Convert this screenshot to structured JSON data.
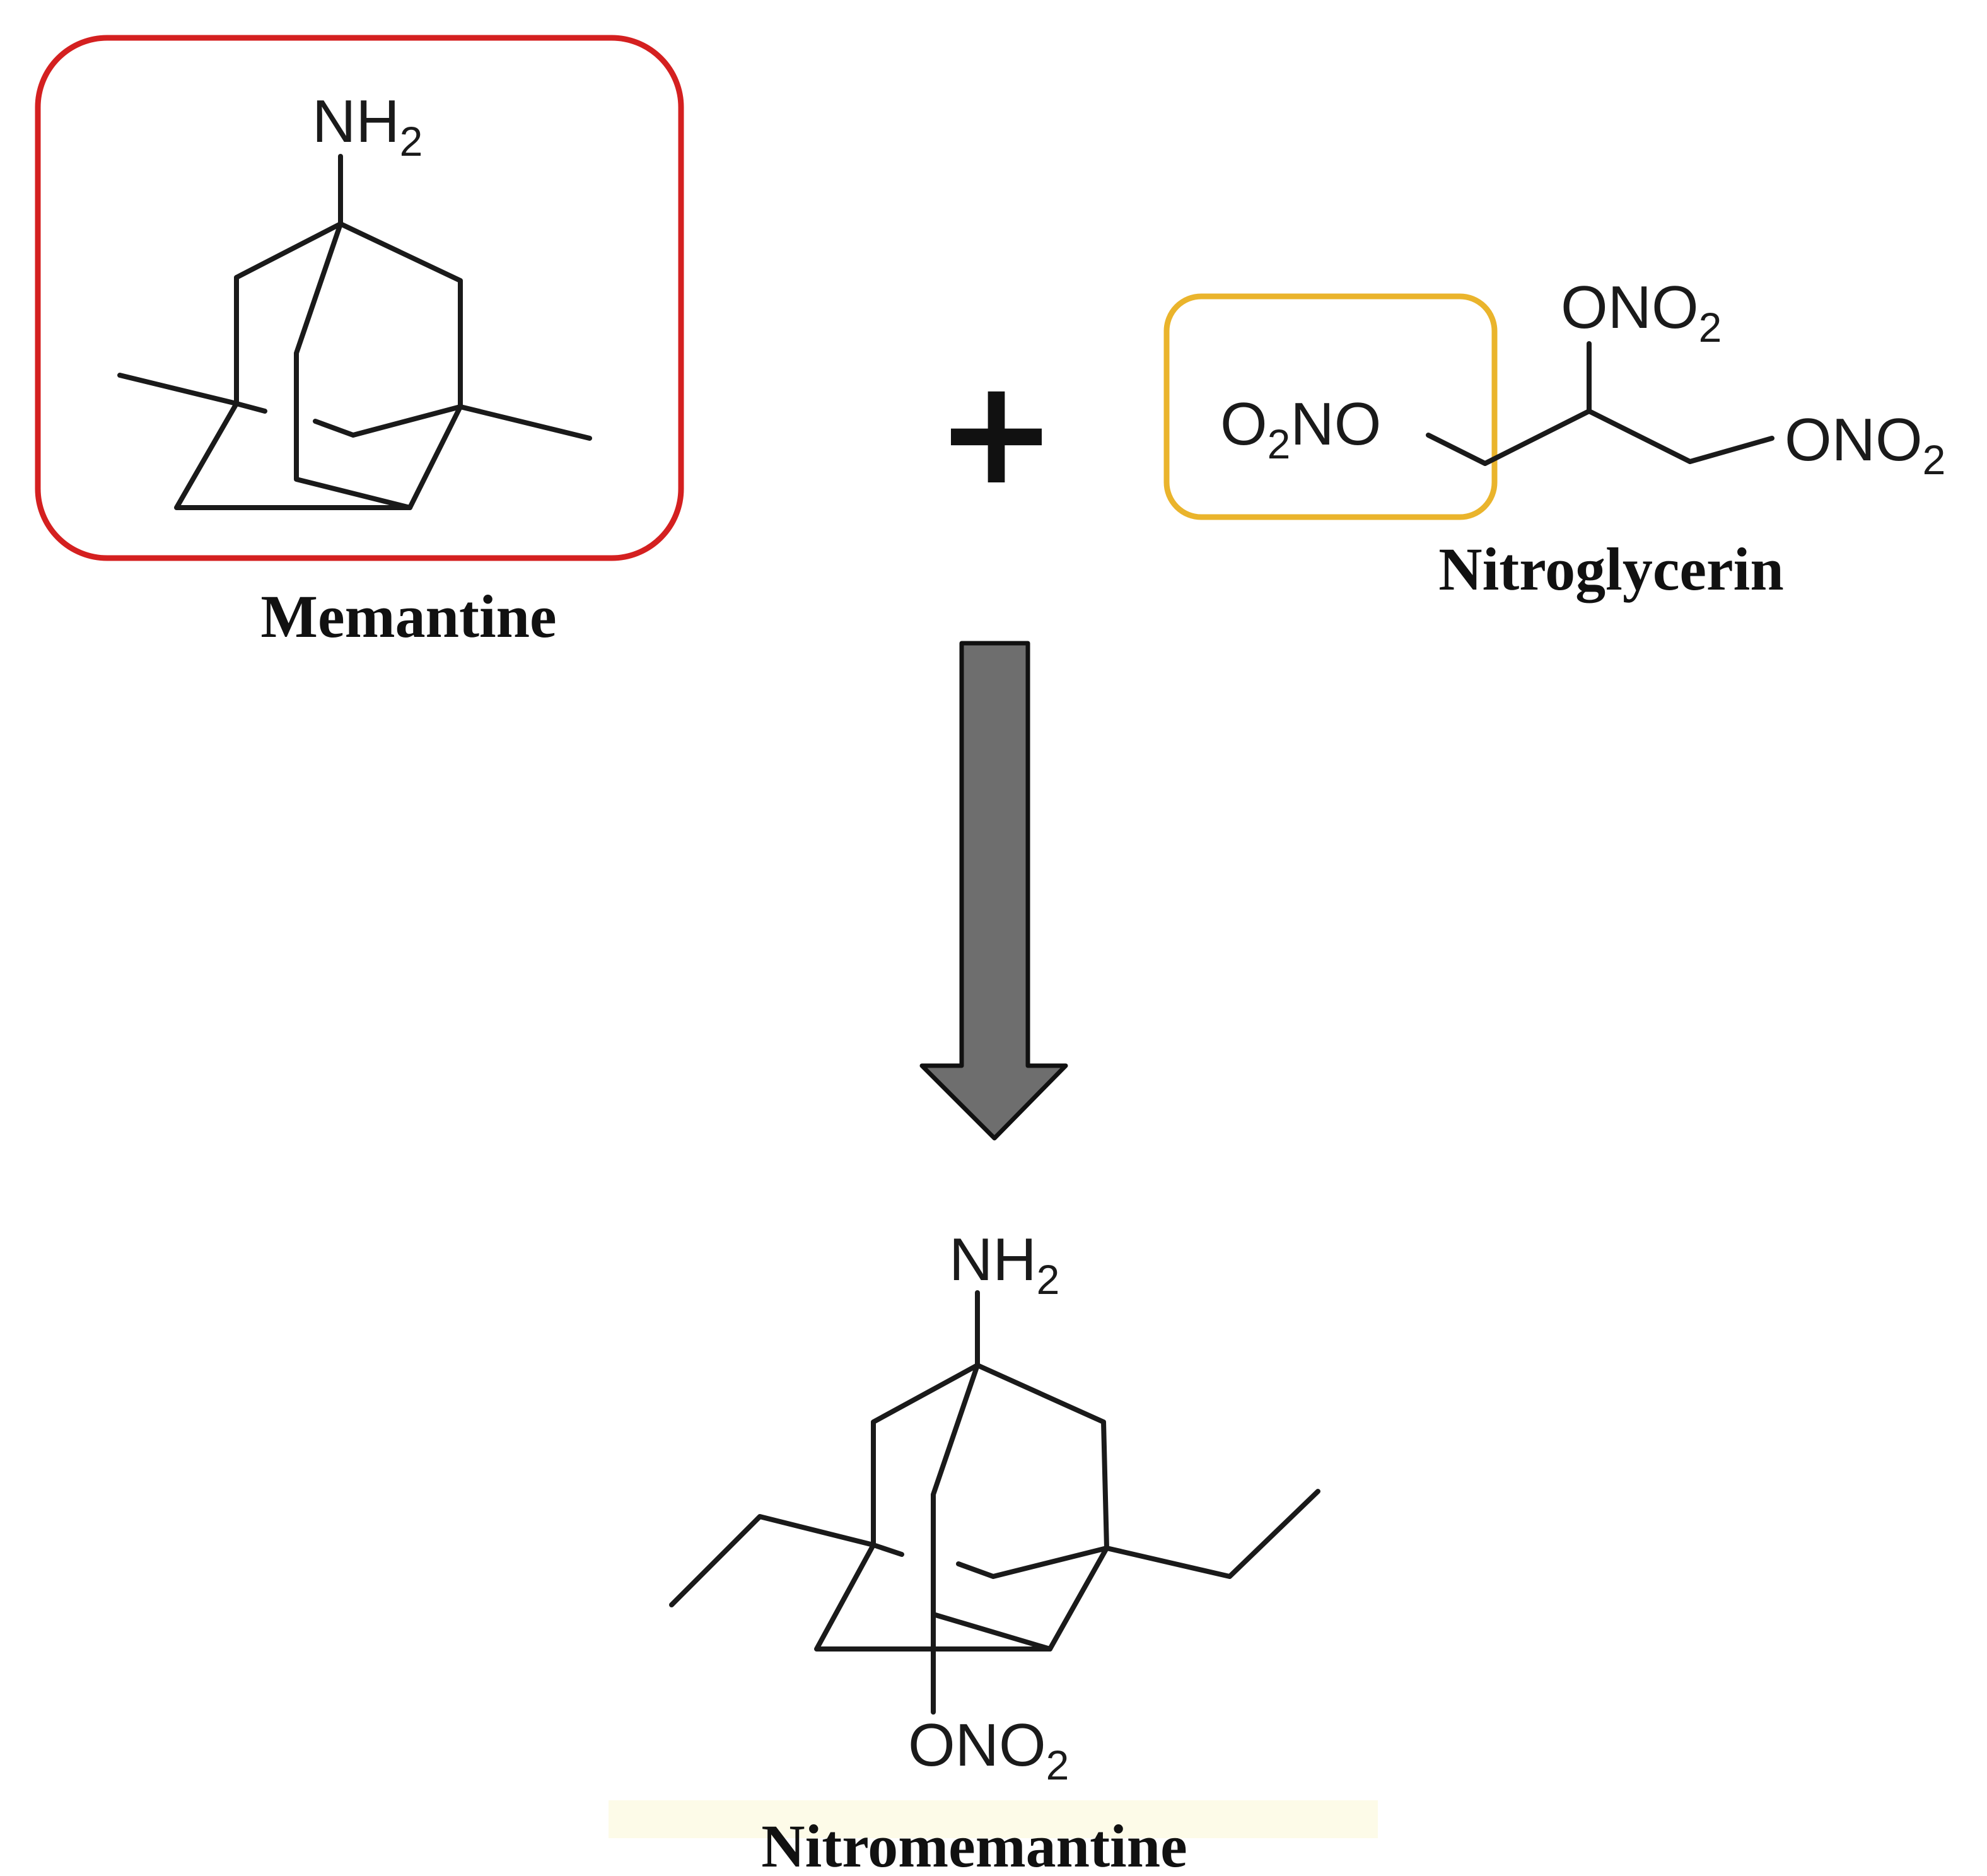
{
  "colors": {
    "memantine_box": "#d42020",
    "leaving_group_box": "#eab42c",
    "arrow_fill": "#6e6e6e",
    "arrow_outline": "#111111",
    "label_highlight": "#fdfbe8"
  },
  "plus_symbol": "+",
  "memantine": {
    "name": "Memantine",
    "amine": {
      "base": "NH",
      "sub": "2"
    }
  },
  "nitroglycerin": {
    "name": "Nitroglycerin",
    "left_group": {
      "pre": "O",
      "sub": "2",
      "post": "NO"
    },
    "middle_group": {
      "pre": "ONO",
      "sub": "2"
    },
    "right_group": {
      "pre": "ONO",
      "sub": "2"
    }
  },
  "nitromemantine": {
    "name": "Nitromemantine",
    "amine": {
      "base": "NH",
      "sub": "2"
    },
    "nitrate": {
      "pre": "ONO",
      "sub": "2"
    }
  }
}
